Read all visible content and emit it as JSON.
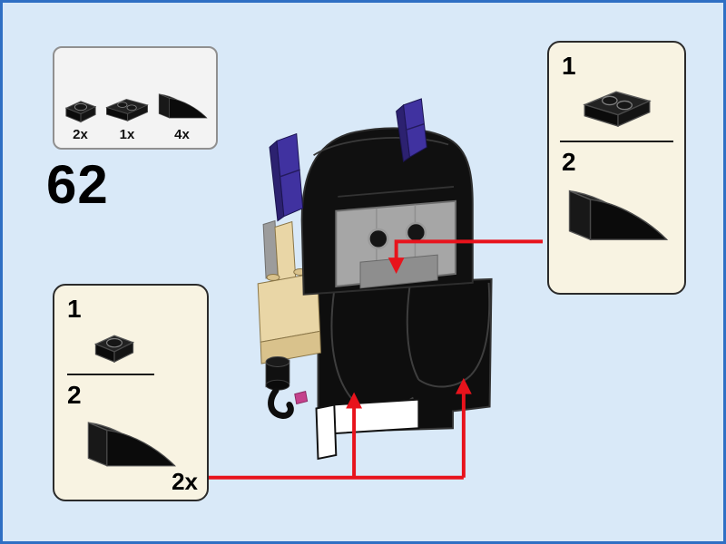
{
  "step": {
    "number": "62"
  },
  "parts_box": {
    "items": [
      {
        "part": "plate-1x1-black",
        "count": "2x"
      },
      {
        "part": "plate-1x2-black",
        "count": "1x"
      },
      {
        "part": "slope-curved-2x1-black",
        "count": "4x"
      }
    ]
  },
  "subassembly_right": {
    "step1_label": "1",
    "step1_part": "plate-1x2-black",
    "step2_label": "2",
    "step2_part": "slope-curved-2x1-black"
  },
  "subassembly_left": {
    "step1_label": "1",
    "step1_part": "plate-1x1-black",
    "step2_label": "2",
    "step2_part": "slope-curved-2x1-black",
    "count": "2x"
  },
  "colors": {
    "background": "#d9e9f8",
    "page_border": "#2f6fc4",
    "parts_box_fill": "#f3f3f3",
    "parts_box_border": "#909090",
    "callout_fill": "#f8f3e2",
    "callout_border": "#2b2b2b",
    "arrow_red": "#e8131c",
    "brick_black": "#111111",
    "ear_purple": "#4032a0",
    "face_gray": "#a6a6a6",
    "tan": "#e9d6a6",
    "accent_magenta": "#c4418c",
    "white": "#ffffff"
  }
}
